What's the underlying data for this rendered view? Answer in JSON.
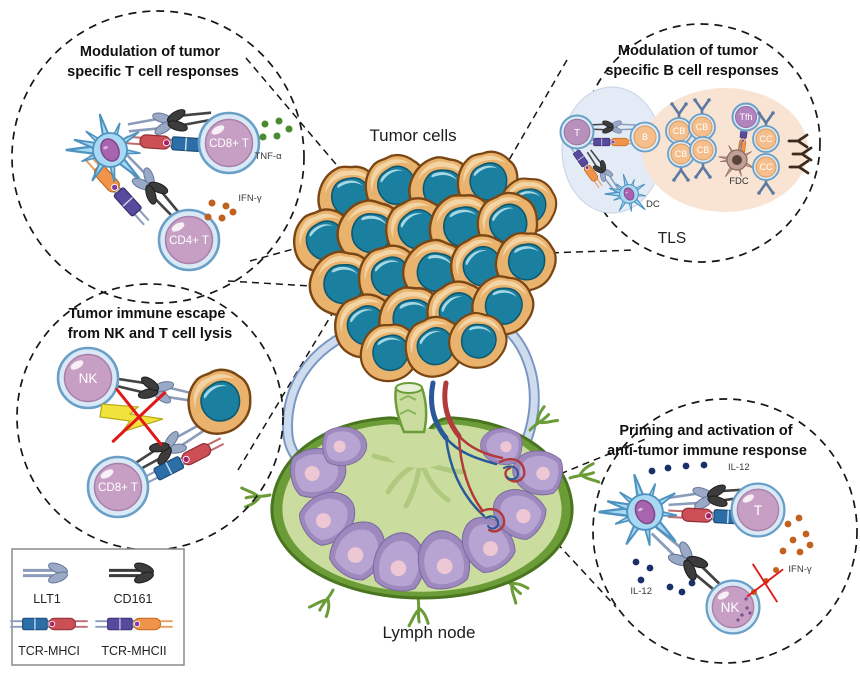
{
  "figure": {
    "description": "Immunology diagram: LLT1-CD161 interactions between tumor, lymph node and immune cells"
  },
  "center": {
    "tumor_label": "Tumor cells",
    "lymph_label": "Lymph node"
  },
  "callouts": {
    "t_mod": {
      "title1": "Modulation of tumor",
      "title2": "specific T cell responses",
      "cd8": "CD8+ T",
      "cd4": "CD4+ T",
      "tnf": "TNF-α",
      "ifn": "IFN-γ"
    },
    "b_mod": {
      "title1": "Modulation of tumor",
      "title2": "specific B cell responses",
      "t": "T",
      "b": "B",
      "dc": "DC",
      "cb": "CB",
      "cc": "CC",
      "tfh": "Tfh",
      "fdc": "FDC",
      "tls": "TLS"
    },
    "escape": {
      "title1": "Tumor immune escape",
      "title2": "from NK and T cell lysis",
      "nk": "NK",
      "cd8": "CD8+ T"
    },
    "priming": {
      "title1": "Priming and activation of",
      "title2": "anti-tumor immune response",
      "t": "T",
      "nk": "NK",
      "il12": "IL-12",
      "ifn": "IFN-γ"
    }
  },
  "legend": {
    "items": [
      {
        "label": "LLT1"
      },
      {
        "label": "CD161"
      },
      {
        "label": "TCR-MHCI"
      },
      {
        "label": "TCR-MHCII"
      }
    ]
  },
  "colors": {
    "tumor_fill": "#e9b36e",
    "tumor_nucleus": "#1b7fa0",
    "dc_blue": "#a9d9f2",
    "lymphocyte_pink": "#c79fc4",
    "bcell_orange": "#f4bf8c",
    "llt1_gray_blue": "#8b9cba",
    "cd161_dark": "#3c3c3c",
    "mhc1_blue": "#2c6fa8",
    "mhc1_red": "#cc4f55",
    "mhc2_purple": "#584a9e",
    "mhc2_orange": "#f0944a",
    "tnf_green": "#4a8a30",
    "ifn_orange": "#c2611e",
    "il12_navy": "#1a3068",
    "lymph_green": "#6b9c38",
    "lobe_purple": "#9d89bd",
    "arrow_blue": "#7a97c4"
  }
}
